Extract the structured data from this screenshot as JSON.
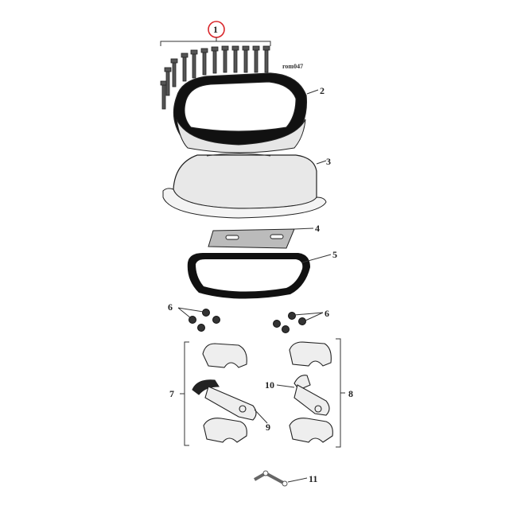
{
  "diagram": {
    "type": "exploded-parts-diagram",
    "image_code": "rom047",
    "highlight_color": "#d9262b",
    "callouts": [
      {
        "number": "1",
        "highlighted": true
      },
      {
        "number": "2"
      },
      {
        "number": "3"
      },
      {
        "number": "4"
      },
      {
        "number": "5"
      },
      {
        "number": "6"
      },
      {
        "number": "6"
      },
      {
        "number": "7"
      },
      {
        "number": "8"
      },
      {
        "number": "9"
      },
      {
        "number": "10"
      },
      {
        "number": "11"
      }
    ]
  }
}
